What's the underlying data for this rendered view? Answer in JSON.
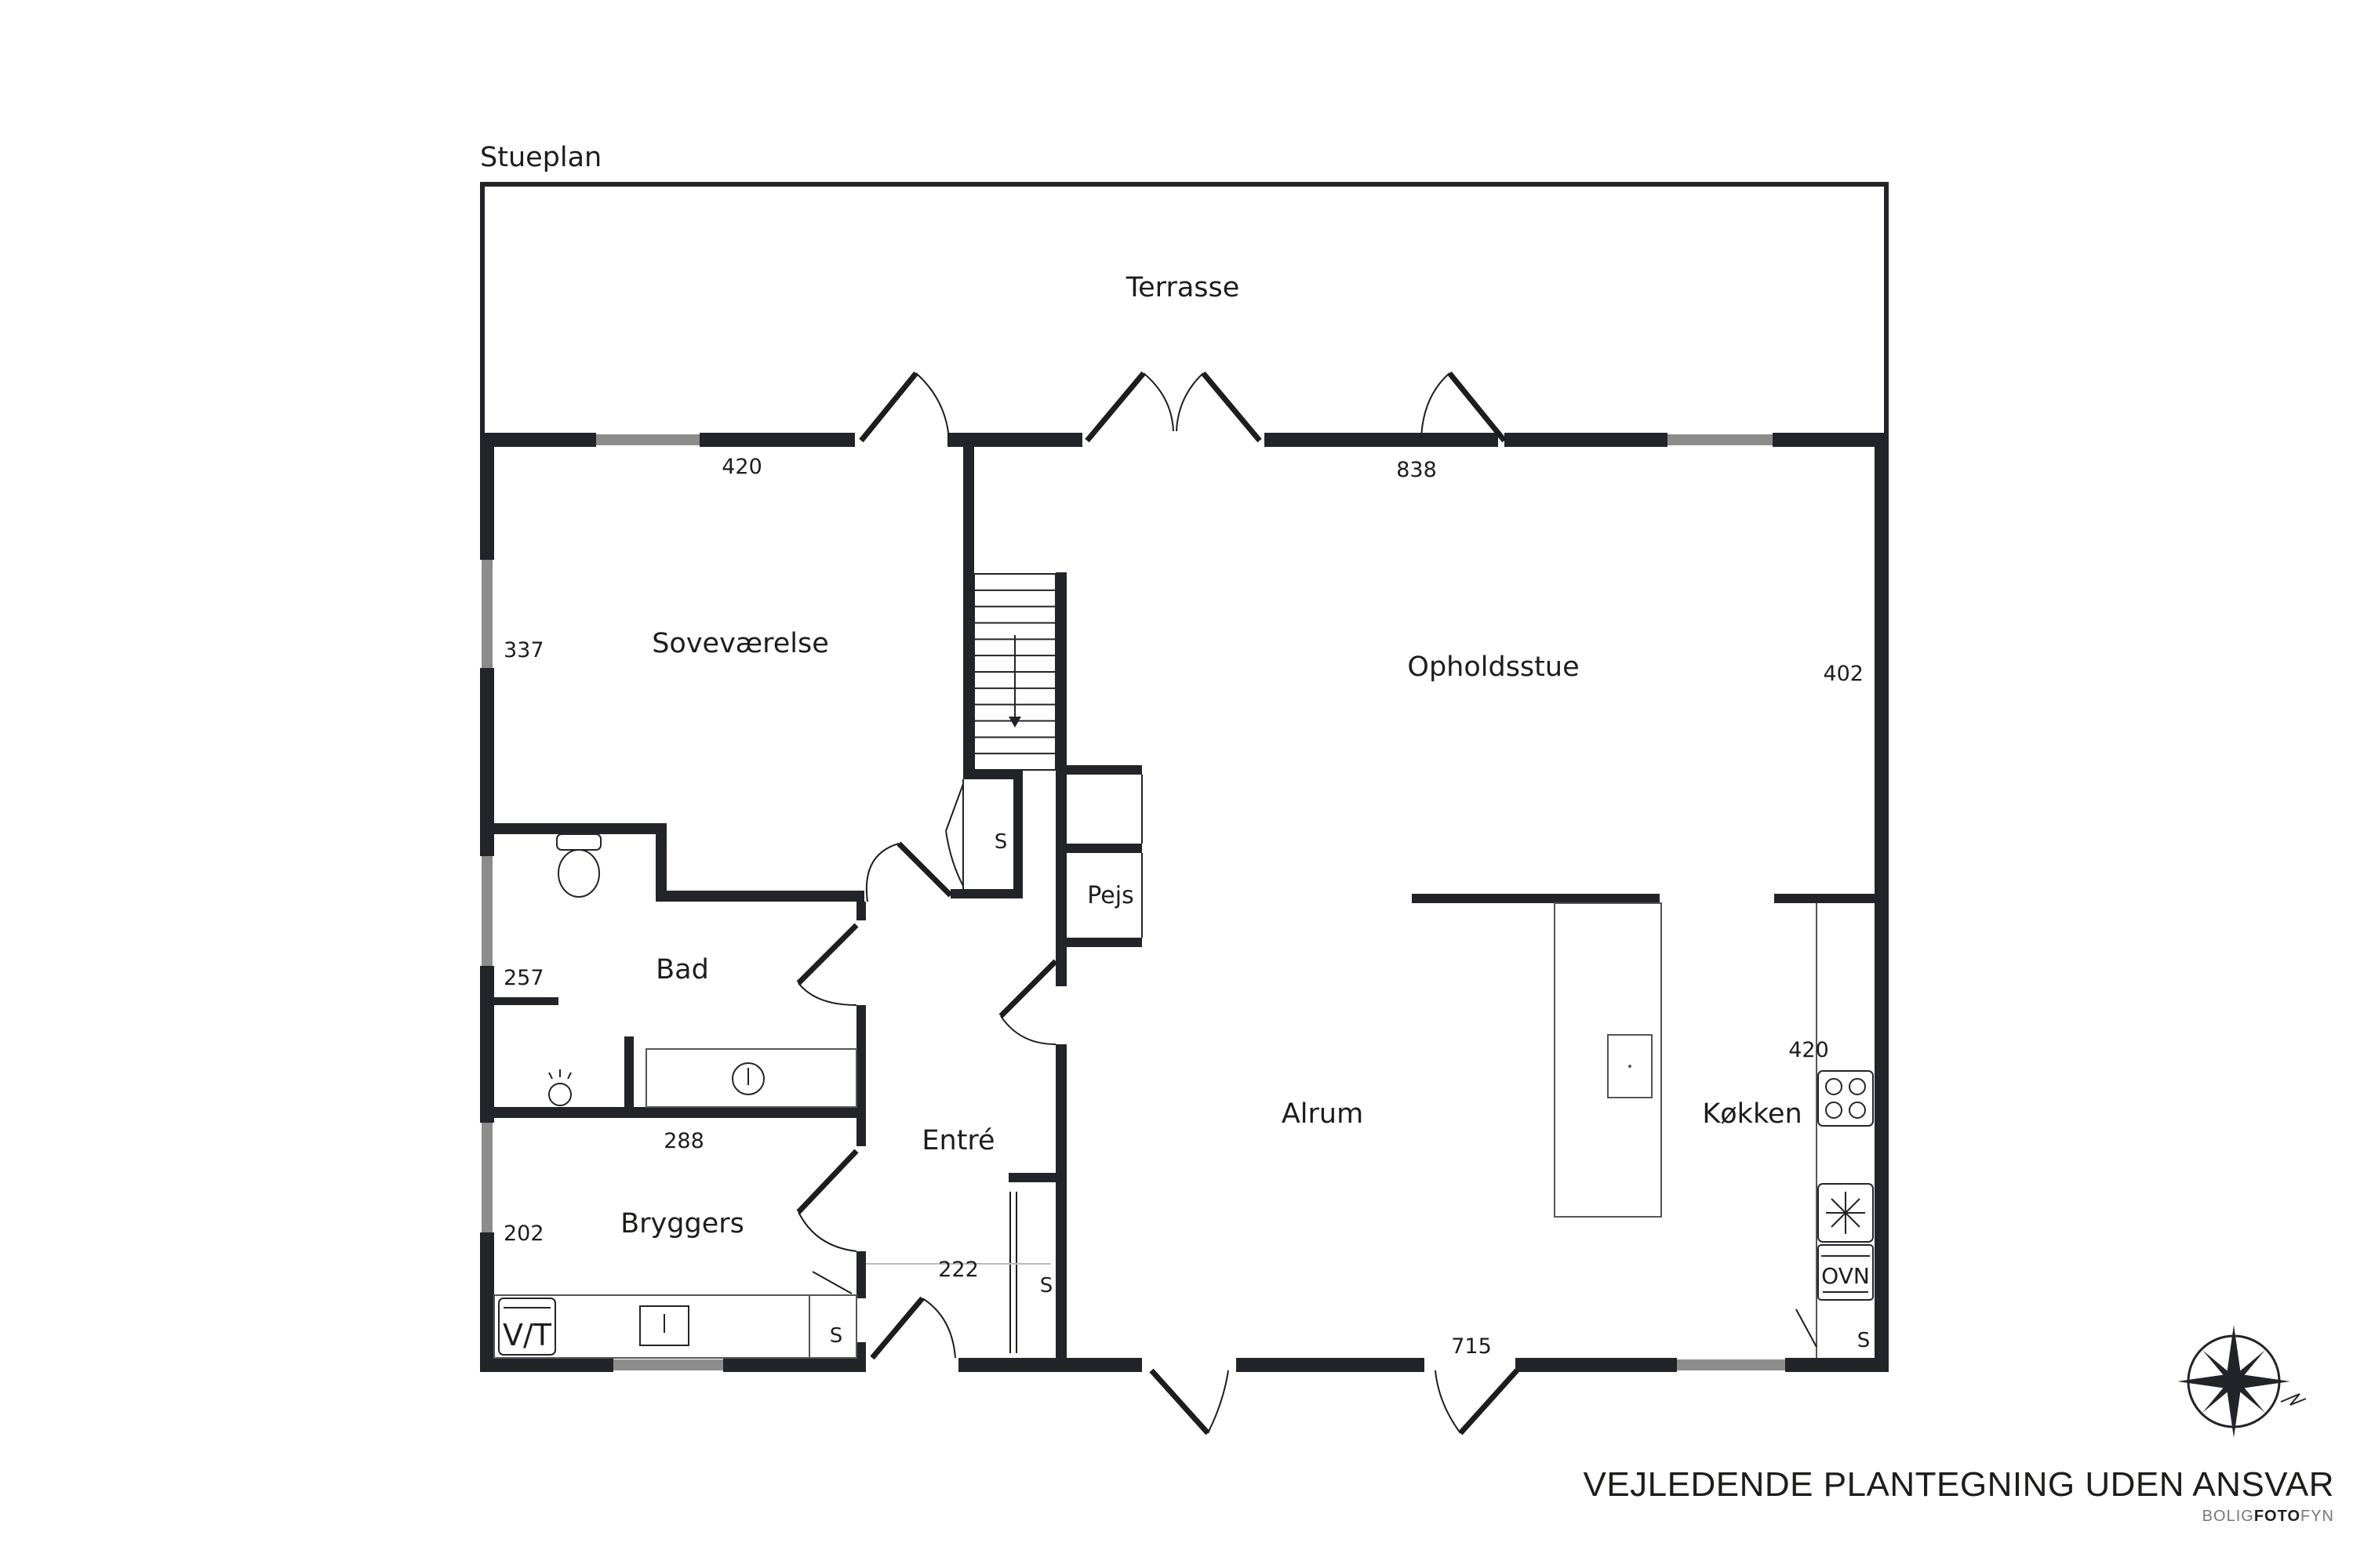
{
  "plan": {
    "title": "Stueplan",
    "rooms": {
      "terrasse": "Terrasse",
      "sovevaerelse": "Soveværelse",
      "opholdsstue": "Opholdsstue",
      "bad": "Bad",
      "entre": "Entré",
      "bryggers": "Bryggers",
      "alrum": "Alrum",
      "kokken": "Køkken",
      "pejs": "Pejs"
    },
    "dimensions": {
      "sov_w": "420",
      "sov_h": "337",
      "ophold_w": "838",
      "ophold_h": "402",
      "bad_h": "257",
      "bad_w": "288",
      "bryggers_h": "202",
      "entre_w": "222",
      "kokken_h": "420",
      "alrum_w": "715"
    },
    "fixtures": {
      "storage": "S",
      "washer_dryer": "V/T",
      "oven": "OVN"
    }
  },
  "footer": {
    "disclaimer": "VEJLEDENDE PLANTEGNING UDEN ANSVAR",
    "brand_light_1": "BOLIG",
    "brand_bold": "FOTO",
    "brand_light_2": "FYN"
  },
  "colors": {
    "wall": "#22242a",
    "window": "#8c8c8c"
  },
  "icons": [
    "compass-icon",
    "toilet-icon",
    "sink-icon",
    "stove-icon",
    "snowflake-icon",
    "stairs-arrow-icon"
  ]
}
